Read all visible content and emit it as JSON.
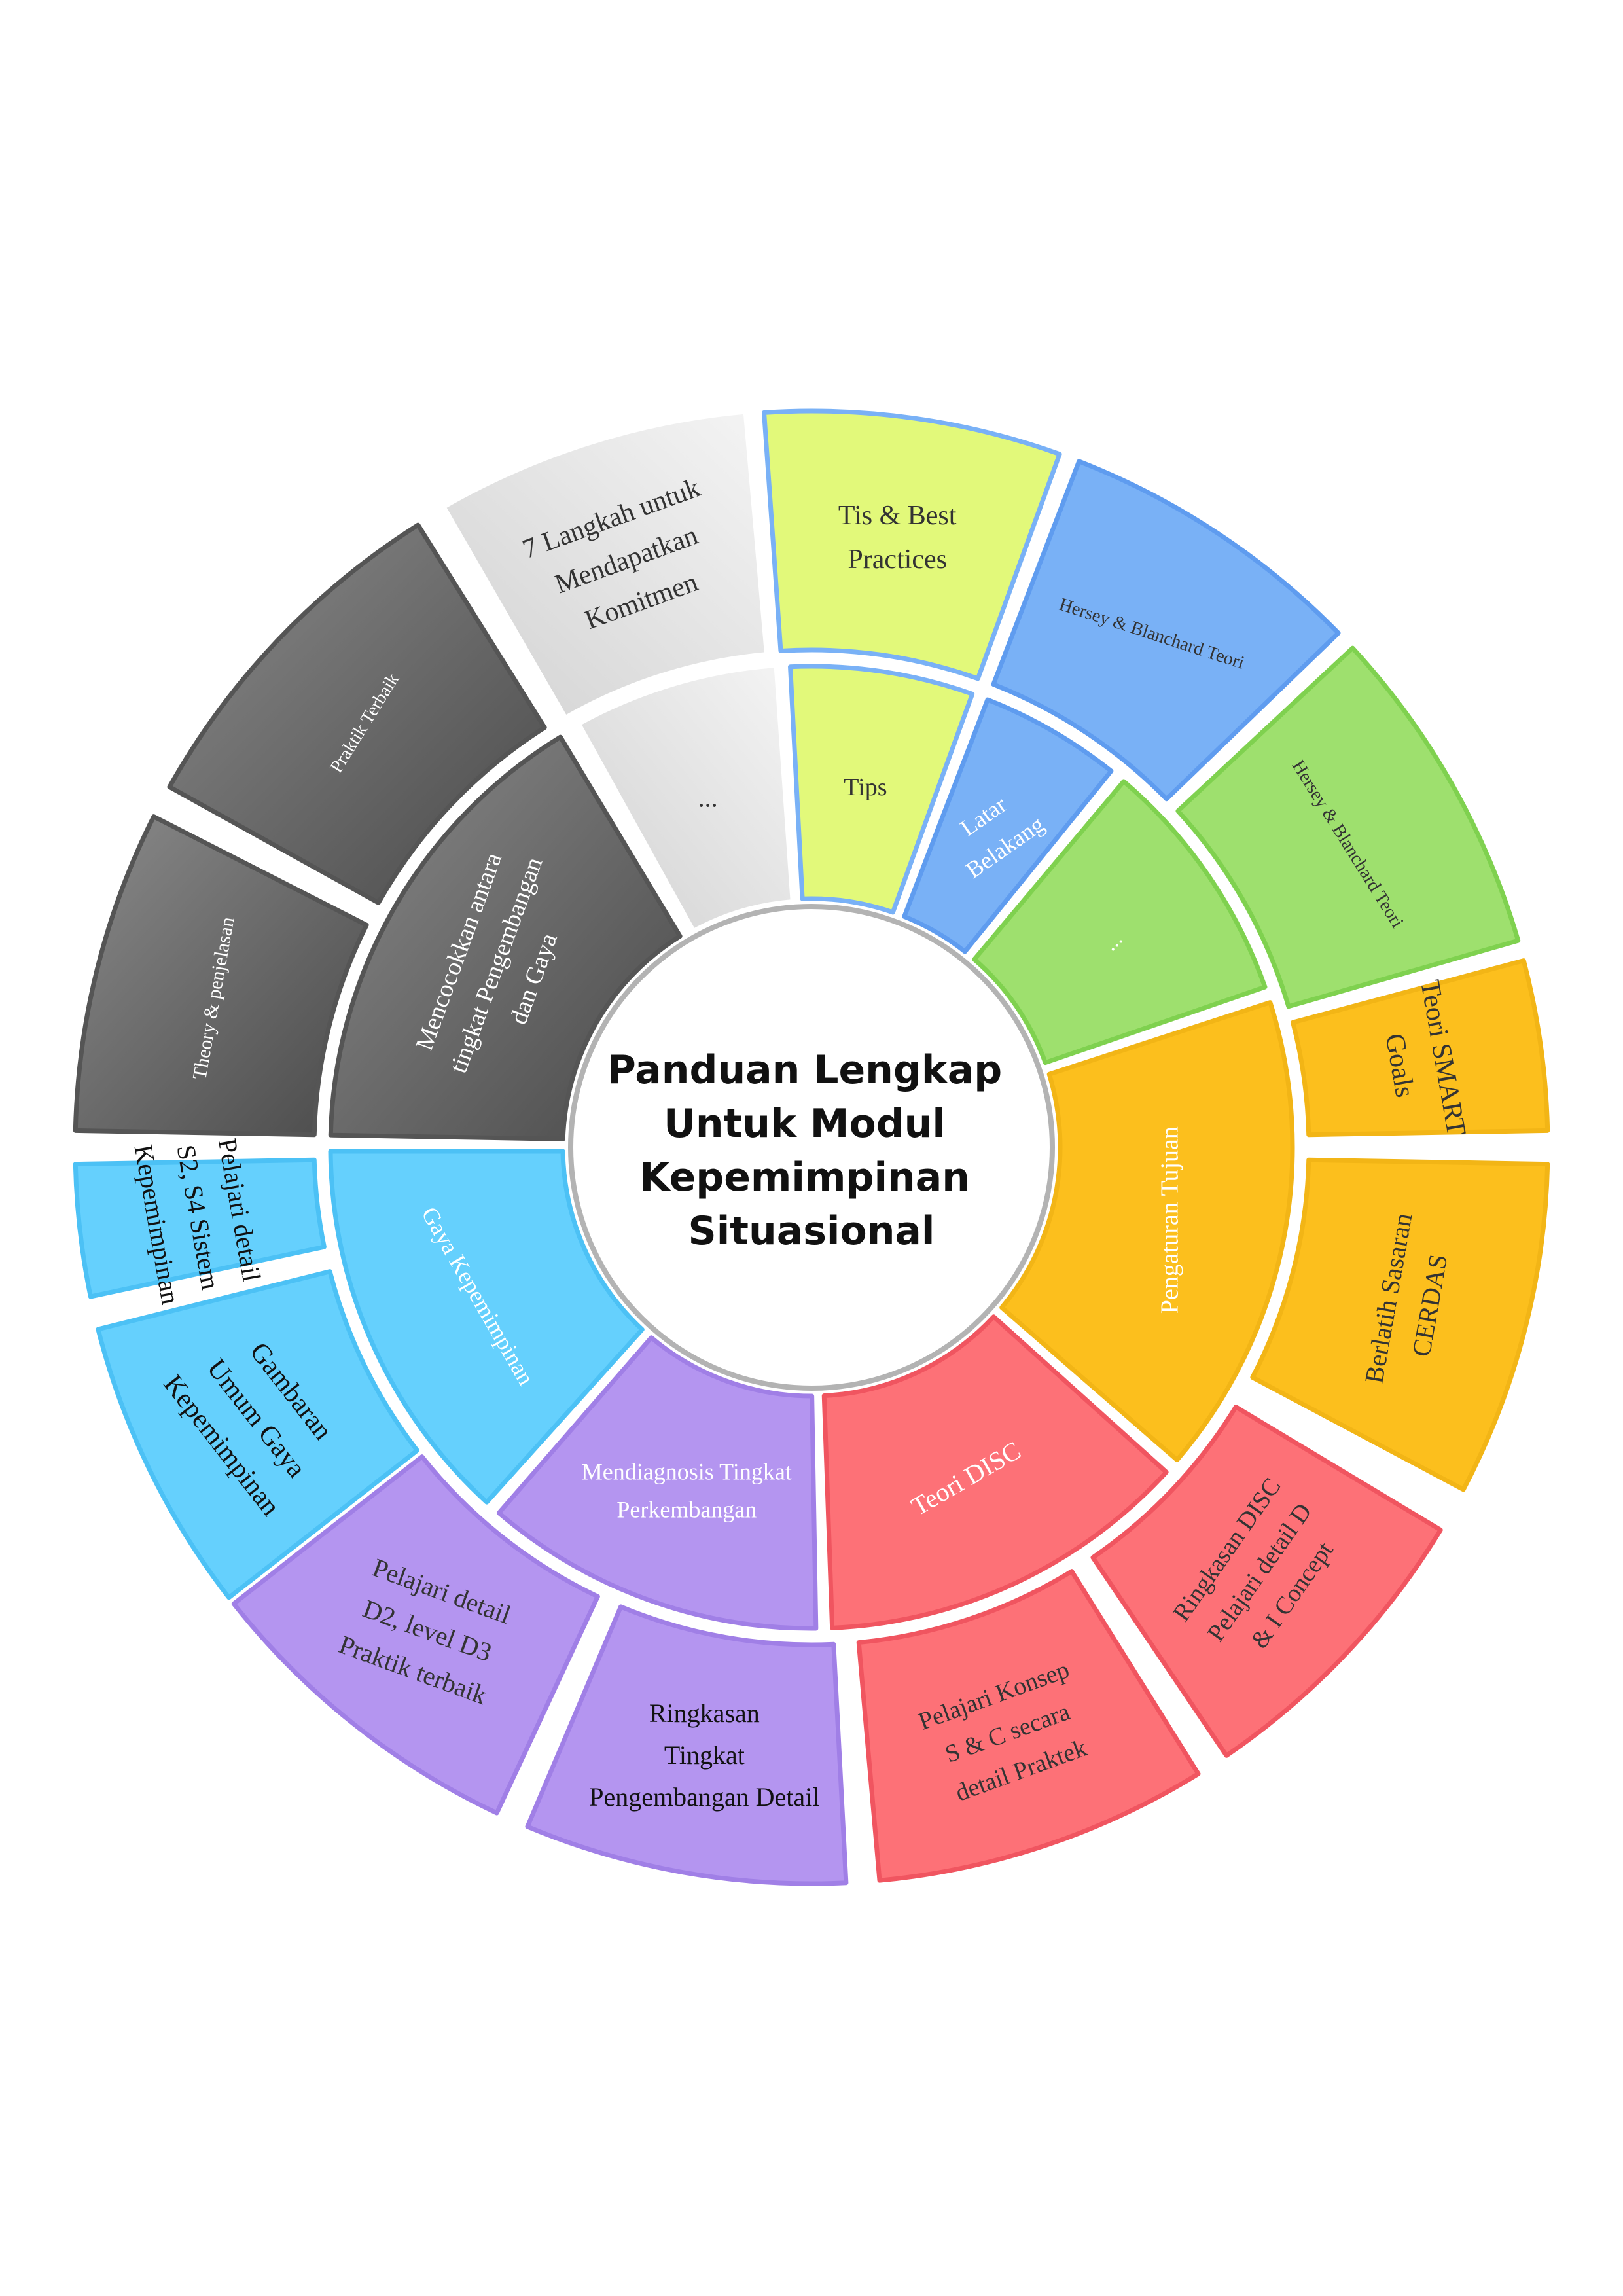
{
  "title": {
    "lines": [
      "Panduan Lengkap",
      "Untuk Modul",
      "Kepemimpinan",
      "Situasional"
    ]
  },
  "colors": {
    "gray_dark": "#666666",
    "gray_light": "#e6e6e6",
    "yellow_green": "#e2f97a",
    "blue": "#79b1f6",
    "green": "#9ee06e",
    "orange": "#fcbf1d",
    "red": "#fd7177",
    "purple": "#b495f0",
    "cyan": "#65d0fd"
  },
  "inner_ring": [
    {
      "id": "theory-gap",
      "lines": [
        "..."
      ],
      "color": "gray_light",
      "text": "#333333"
    },
    {
      "id": "tips",
      "lines": [
        "Tips"
      ],
      "color": "yellow_green",
      "text": "#333333"
    },
    {
      "id": "latar-belakang",
      "lines": [
        "Latar",
        "Belakang"
      ],
      "color": "blue",
      "text": "#ffffff"
    },
    {
      "id": "hersey-gap",
      "lines": [
        "..."
      ],
      "color": "green",
      "text": "#ffffff"
    },
    {
      "id": "pengaturan-tujuan",
      "lines": [
        "Pengaturan Tujuan"
      ],
      "color": "orange",
      "text": "#ffffff"
    },
    {
      "id": "teori-disc",
      "lines": [
        "Teori DISC"
      ],
      "color": "red",
      "text": "#ffffff"
    },
    {
      "id": "mendiagnosis",
      "lines": [
        "Mendiagnosis Tingkat",
        "Perkembangan"
      ],
      "color": "purple",
      "text": "#ffffff"
    },
    {
      "id": "gaya-kepemimpinan",
      "lines": [
        "Gaya Kepemimpinan"
      ],
      "color": "cyan",
      "text": "#ffffff"
    },
    {
      "id": "mencocokkan",
      "lines": [
        "Mencocokkan antara",
        "tingkat Pengembangan",
        "dan Gaya"
      ],
      "color": "gray_dark",
      "text": "#ffffff"
    }
  ],
  "outer_ring": [
    {
      "id": "tujuh-langkah",
      "lines": [
        "7 Langkah untuk",
        "Mendapatkan",
        "Komitmen"
      ],
      "color": "gray_light",
      "text": "#333333"
    },
    {
      "id": "tis-best-practices",
      "lines": [
        "Tis & Best",
        "Practices"
      ],
      "color": "yellow_green",
      "text": "#333333"
    },
    {
      "id": "hersey-blanchard-1",
      "lines": [
        "Hersey & Blanchard Teori"
      ],
      "color": "blue",
      "text": "#333333"
    },
    {
      "id": "hersey-blanchard-2",
      "lines": [
        "Hersey & Blanchard Teori"
      ],
      "color": "green",
      "text": "#333333"
    },
    {
      "id": "teori-smart",
      "lines": [
        "Teori SMART",
        "Goals"
      ],
      "color": "orange",
      "text": "#333333"
    },
    {
      "id": "berlatih-sasaran",
      "lines": [
        "Berlatih Sasaran",
        "CERDAS"
      ],
      "color": "orange",
      "text": "#333333"
    },
    {
      "id": "ringkasan-disc",
      "lines": [
        "Ringkasan DISC",
        "Pelajari detail D",
        "& I Concept"
      ],
      "color": "red",
      "text": "#333333"
    },
    {
      "id": "konsep-sc",
      "lines": [
        "Pelajari Konsep",
        "S & C secara",
        "detail Praktek"
      ],
      "color": "red",
      "text": "#333333"
    },
    {
      "id": "ringkasan-tingkat",
      "lines": [
        "Ringkasan",
        "Tingkat",
        "Pengembangan Detail"
      ],
      "color": "purple",
      "text": "#111111"
    },
    {
      "id": "pelajari-d2",
      "lines": [
        "Pelajari detail",
        "D2, level D3",
        "Praktik terbaik"
      ],
      "color": "purple",
      "text": "#333333"
    },
    {
      "id": "gambaran-umum",
      "lines": [
        "Gambaran",
        "Umum Gaya",
        "Kepemimpinan"
      ],
      "color": "cyan",
      "text": "#111111"
    },
    {
      "id": "pelajari-s2s4",
      "lines": [
        "Pelajari detail",
        "S2, S4 Sistem",
        "Kepemimpinan"
      ],
      "color": "cyan",
      "text": "#111111"
    },
    {
      "id": "theory-penjelasan",
      "lines": [
        "Theory & penjelasan"
      ],
      "color": "gray_dark",
      "text": "#ffffff"
    },
    {
      "id": "praktik-terbaik",
      "lines": [
        "Praktik Terbaik"
      ],
      "color": "gray_dark",
      "text": "#ffffff"
    }
  ]
}
